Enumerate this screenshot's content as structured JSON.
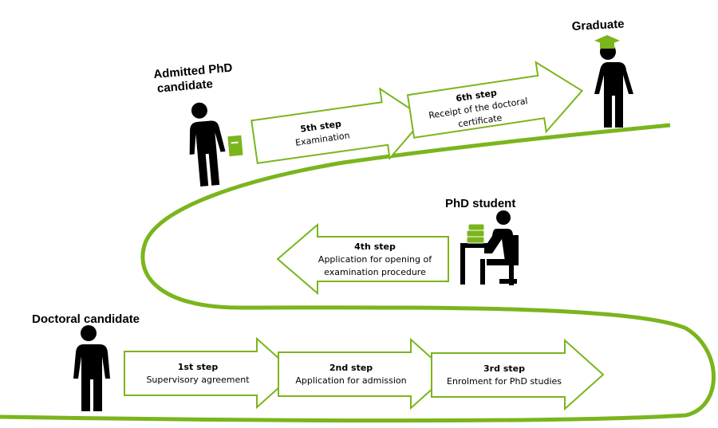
{
  "colors": {
    "accent": "#7ab51d",
    "figure": "#000000"
  },
  "roles": {
    "doctoral_candidate": "Doctoral candidate",
    "phd_student": "PhD student",
    "admitted_line1": "Admitted PhD",
    "admitted_line2": "candidate",
    "graduate": "Graduate"
  },
  "steps": [
    {
      "title": "1st step",
      "lines": [
        "Supervisory agreement"
      ]
    },
    {
      "title": "2nd step",
      "lines": [
        "Application for admission"
      ]
    },
    {
      "title": "3rd step",
      "lines": [
        "Enrolment for PhD studies"
      ]
    },
    {
      "title": "4th step",
      "lines": [
        "Application for opening of",
        "examination procedure"
      ]
    },
    {
      "title": "5th step",
      "lines": [
        "Examination"
      ]
    },
    {
      "title": "6th step",
      "lines": [
        "Receipt of the doctoral",
        "certificate"
      ]
    }
  ],
  "icons": [
    "person-icon",
    "student-at-desk-icon",
    "person-with-book-icon",
    "graduate-cap-icon"
  ]
}
